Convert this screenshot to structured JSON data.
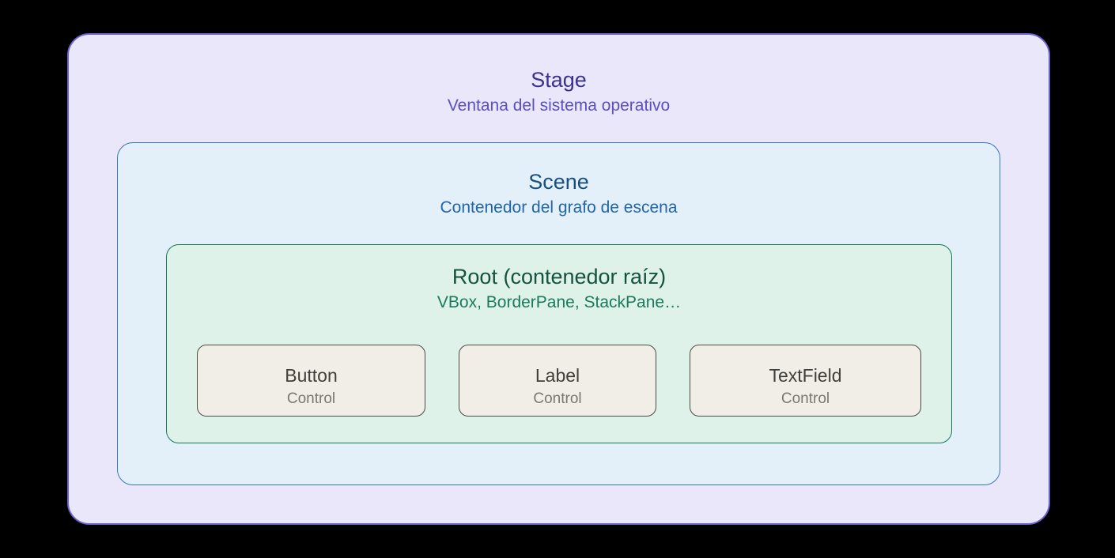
{
  "diagram": {
    "stage": {
      "title": "Stage",
      "subtitle": "Ventana del sistema operativo"
    },
    "scene": {
      "title": "Scene",
      "subtitle": "Contenedor del grafo de escena"
    },
    "root": {
      "title": "Root (contenedor raíz)",
      "subtitle": "VBox, BorderPane, StackPane…"
    },
    "controls": [
      {
        "title": "Button",
        "subtitle": "Control"
      },
      {
        "title": "Label",
        "subtitle": "Control"
      },
      {
        "title": "TextField",
        "subtitle": "Control"
      }
    ]
  },
  "colors": {
    "page_background": "#000000",
    "stage_fill": "#eae7fa",
    "stage_border": "#6f63d2",
    "stage_title": "#3b3191",
    "stage_subtitle": "#5b4fc5",
    "scene_fill": "#e4f0f9",
    "scene_border": "#3a76b2",
    "scene_title": "#17507f",
    "scene_subtitle": "#2066a8",
    "root_fill": "#def2e9",
    "root_border": "#157a56",
    "root_title": "#155240",
    "root_subtitle": "#1b7a5e",
    "control_fill": "#f0eee7",
    "control_border": "#4a4a46",
    "control_title": "#403f3c",
    "control_subtitle": "#787771"
  }
}
